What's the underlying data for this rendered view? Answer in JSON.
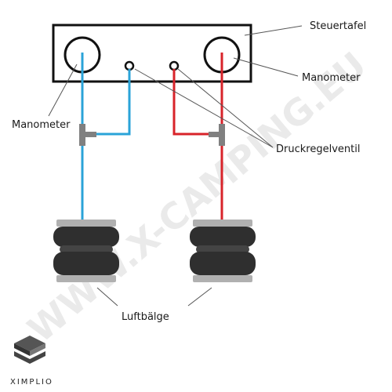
{
  "labels": {
    "control_panel": "Steuertafel",
    "gauge_right": "Manometer",
    "gauge_left": "Manometer",
    "valve": "Druckregelventil",
    "airbags": "Luftbälge"
  },
  "watermark": "WWW.X-CAMPING.EU",
  "brand": "XIMPLIO",
  "colors": {
    "blue_line": "#2aa3d8",
    "red_line": "#d8232a",
    "fitting": "#808080",
    "bellows": "#2f2f2f",
    "bellows_plate": "#b0b0b0",
    "panel_stroke": "#111111"
  },
  "icons": [
    "ximplio-logo-icon"
  ]
}
